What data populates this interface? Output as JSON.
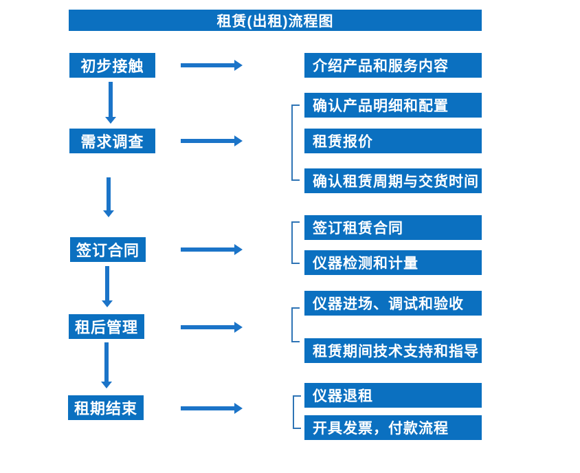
{
  "title": "租赁(出租)流程图",
  "colors": {
    "box_blue": "#0b70c0",
    "arrow_blue": "#1b74c8",
    "bracket_blue": "#2e74b5",
    "text_white": "#ffffff",
    "background": "#ffffff"
  },
  "steps": [
    {
      "label": "初步接触",
      "details": [
        "介绍产品和服务内容"
      ]
    },
    {
      "label": "需求调查",
      "details": [
        "确认产品明细和配置",
        "租赁报价",
        "确认租赁周期与交货时间"
      ]
    },
    {
      "label": "签订合同",
      "details": [
        "签订租赁合同",
        "仪器检测和计量"
      ]
    },
    {
      "label": "租后管理",
      "details": [
        "仪器进场、调试和验收",
        "租赁期间技术支持和指导"
      ]
    },
    {
      "label": "租期结束",
      "details": [
        "仪器退租",
        "开具发票，付款流程"
      ]
    }
  ]
}
